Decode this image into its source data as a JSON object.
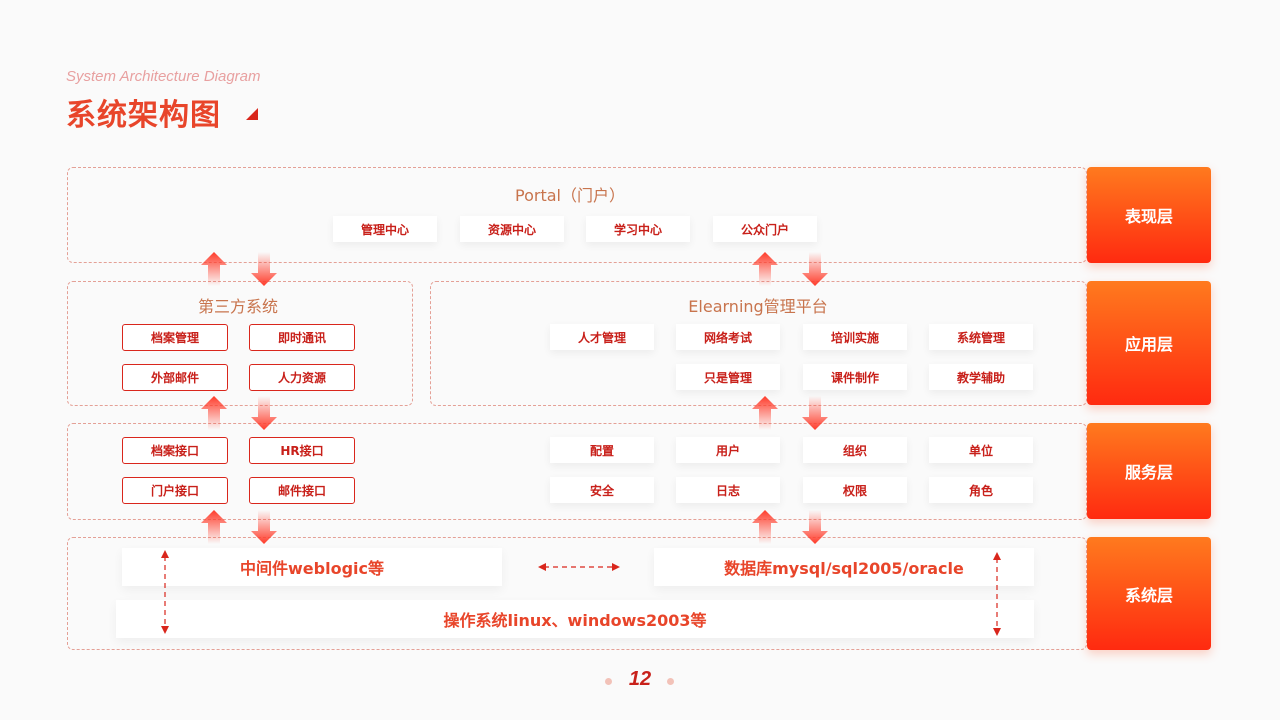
{
  "header": {
    "subtitle": "System Architecture Diagram",
    "title": "系统架构图"
  },
  "layers": {
    "presentation": "表现层",
    "application": "应用层",
    "service": "服务层",
    "system": "系统层"
  },
  "portal": {
    "label": "Portal（门户）",
    "items": [
      "管理中心",
      "资源中心",
      "学习中心",
      "公众门户"
    ]
  },
  "third_party": {
    "label": "第三方系统",
    "items": [
      "档案管理",
      "即时通讯",
      "外部邮件",
      "人力资源"
    ]
  },
  "elearning": {
    "label": "Elearning管理平台",
    "items": [
      "人才管理",
      "网络考试",
      "培训实施",
      "系统管理",
      "只是管理",
      "课件制作",
      "教学辅助"
    ]
  },
  "interfaces": {
    "items": [
      "档案接口",
      "HR接口",
      "门户接口",
      "邮件接口"
    ]
  },
  "services": {
    "items": [
      "配置",
      "用户",
      "组织",
      "单位",
      "安全",
      "日志",
      "权限",
      "角色"
    ]
  },
  "system": {
    "middleware": "中间件weblogic等",
    "database": "数据库mysql/sql2005/oracle",
    "os": "操作系统linux、windows2003等"
  },
  "page": {
    "number": "12"
  },
  "colors": {
    "accent": "#e8452a",
    "accent_dark": "#d9261c",
    "layer_top": "#ff7a1e",
    "layer_bottom": "#ff2a10"
  }
}
